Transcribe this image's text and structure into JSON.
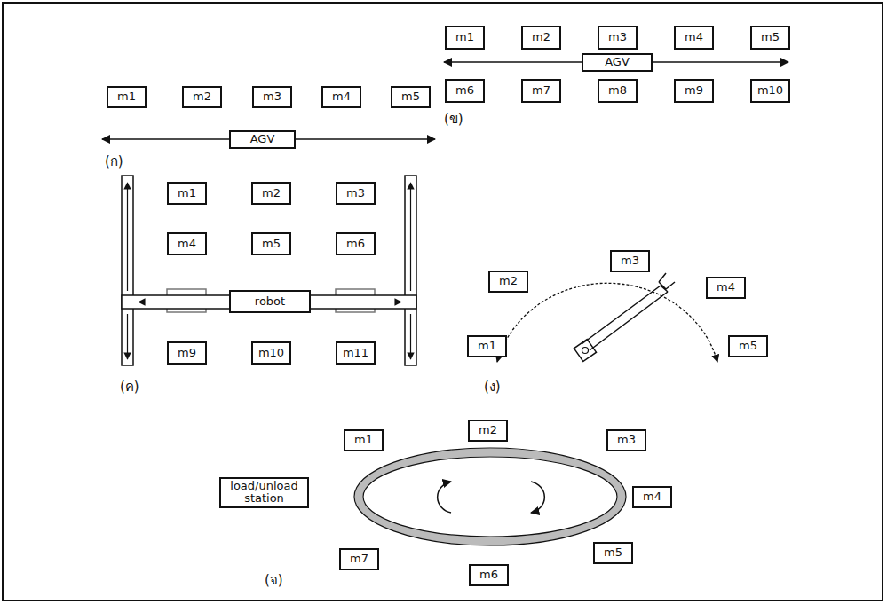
{
  "diagram": {
    "nodes": [
      {
        "text": [
          "m1"
        ]
      },
      {
        "text": [
          "m2"
        ]
      },
      {
        "text": [
          "m3"
        ]
      },
      {
        "text": [
          "m4"
        ]
      },
      {
        "text": [
          "m5"
        ]
      },
      {
        "text": [
          "AGV"
        ]
      },
      {
        "text": [
          "m1"
        ]
      },
      {
        "text": [
          "m2"
        ]
      },
      {
        "text": [
          "m3"
        ]
      },
      {
        "text": [
          "m4"
        ]
      },
      {
        "text": [
          "m5"
        ]
      },
      {
        "text": [
          "AGV"
        ]
      },
      {
        "text": [
          "m6"
        ]
      },
      {
        "text": [
          "m7"
        ]
      },
      {
        "text": [
          "m8"
        ]
      },
      {
        "text": [
          "m9"
        ]
      },
      {
        "text": [
          "m10"
        ]
      },
      {
        "text": [
          "m1"
        ]
      },
      {
        "text": [
          "m2"
        ]
      },
      {
        "text": [
          "m3"
        ]
      },
      {
        "text": [
          "m4"
        ]
      },
      {
        "text": [
          "m5"
        ]
      },
      {
        "text": [
          "m6"
        ]
      },
      {
        "text": [
          "robot"
        ]
      },
      {
        "text": [
          "m9"
        ]
      },
      {
        "text": [
          "m10"
        ]
      },
      {
        "text": [
          "m11"
        ]
      },
      {
        "text": [
          "m1"
        ]
      },
      {
        "text": [
          "m2"
        ]
      },
      {
        "text": [
          "m3"
        ]
      },
      {
        "text": [
          "m4"
        ]
      },
      {
        "text": [
          "m5"
        ]
      },
      {
        "text": [
          "load/unload station"
        ]
      },
      {
        "text": [
          "m1"
        ]
      },
      {
        "text": [
          "m2"
        ]
      },
      {
        "text": [
          "m3"
        ]
      },
      {
        "text": [
          "m4"
        ]
      },
      {
        "text": [
          "m5"
        ]
      },
      {
        "text": [
          "m6"
        ]
      },
      {
        "text": [
          "m7"
        ]
      }
    ],
    "labels": [
      "(ก)",
      "(ข)",
      "(ค)",
      "(ง)",
      "(จ)"
    ]
  }
}
